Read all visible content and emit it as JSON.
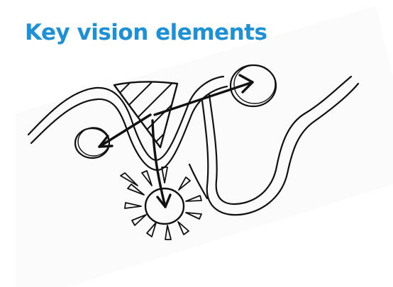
{
  "slide": {
    "title": "Key vision elements",
    "title_color": "#1e90d6"
  },
  "sketch": {
    "paper_color": "#fbfbfb",
    "ink_color": "#111111",
    "elements": [
      "road-curves",
      "hatched-triangle",
      "left-circle",
      "right-circle",
      "sun-circle",
      "sun-rays",
      "arrow-to-left-circle",
      "arrow-to-right-circle",
      "arrow-to-sun"
    ]
  }
}
